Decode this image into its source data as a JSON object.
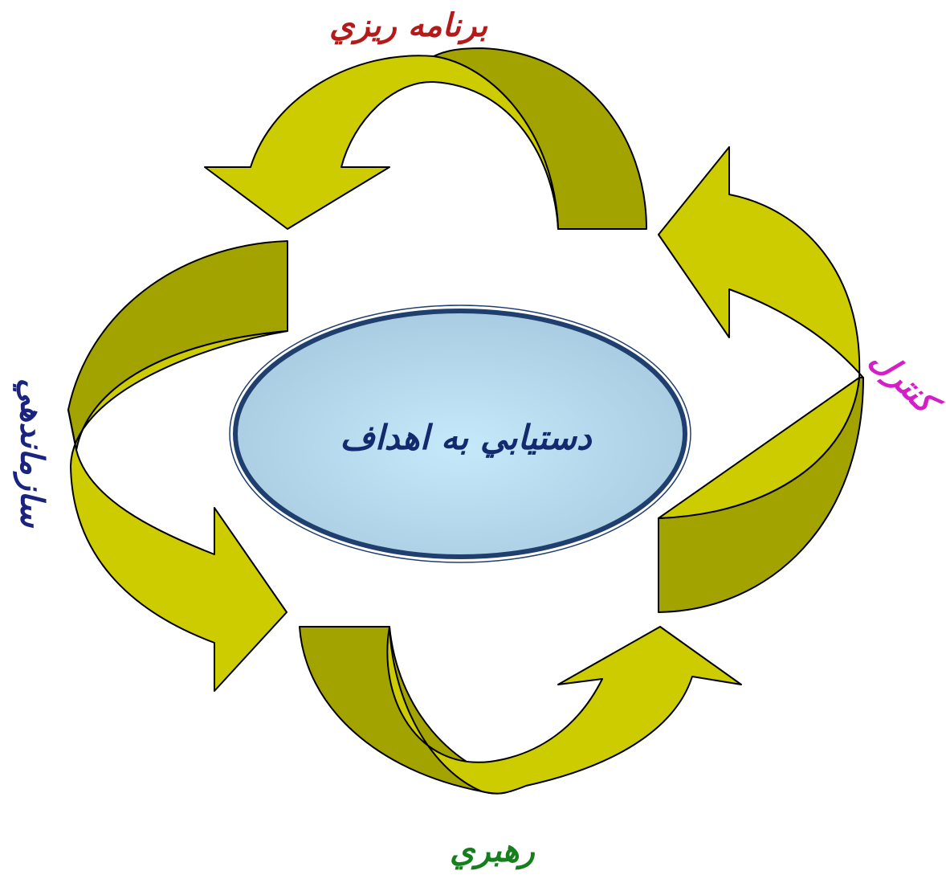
{
  "center": {
    "text": "دستيابي به اهداف"
  },
  "stages": {
    "top": "برنامه ريزي",
    "right": "کنترل",
    "bottom": "رهبري",
    "left": "سازماندهي"
  },
  "colors": {
    "arrow_light": "#cccc00",
    "arrow_dark": "#a3a300",
    "ellipse_fill_center": "#c6e9fa",
    "ellipse_fill_edge": "#a9cde3",
    "ellipse_border": "#1f3f6e",
    "top_label": "#b31b1b",
    "right_label": "#d41fc9",
    "bottom_label": "#14801c",
    "left_label": "#1a237e",
    "center_text": "#142a6e"
  }
}
